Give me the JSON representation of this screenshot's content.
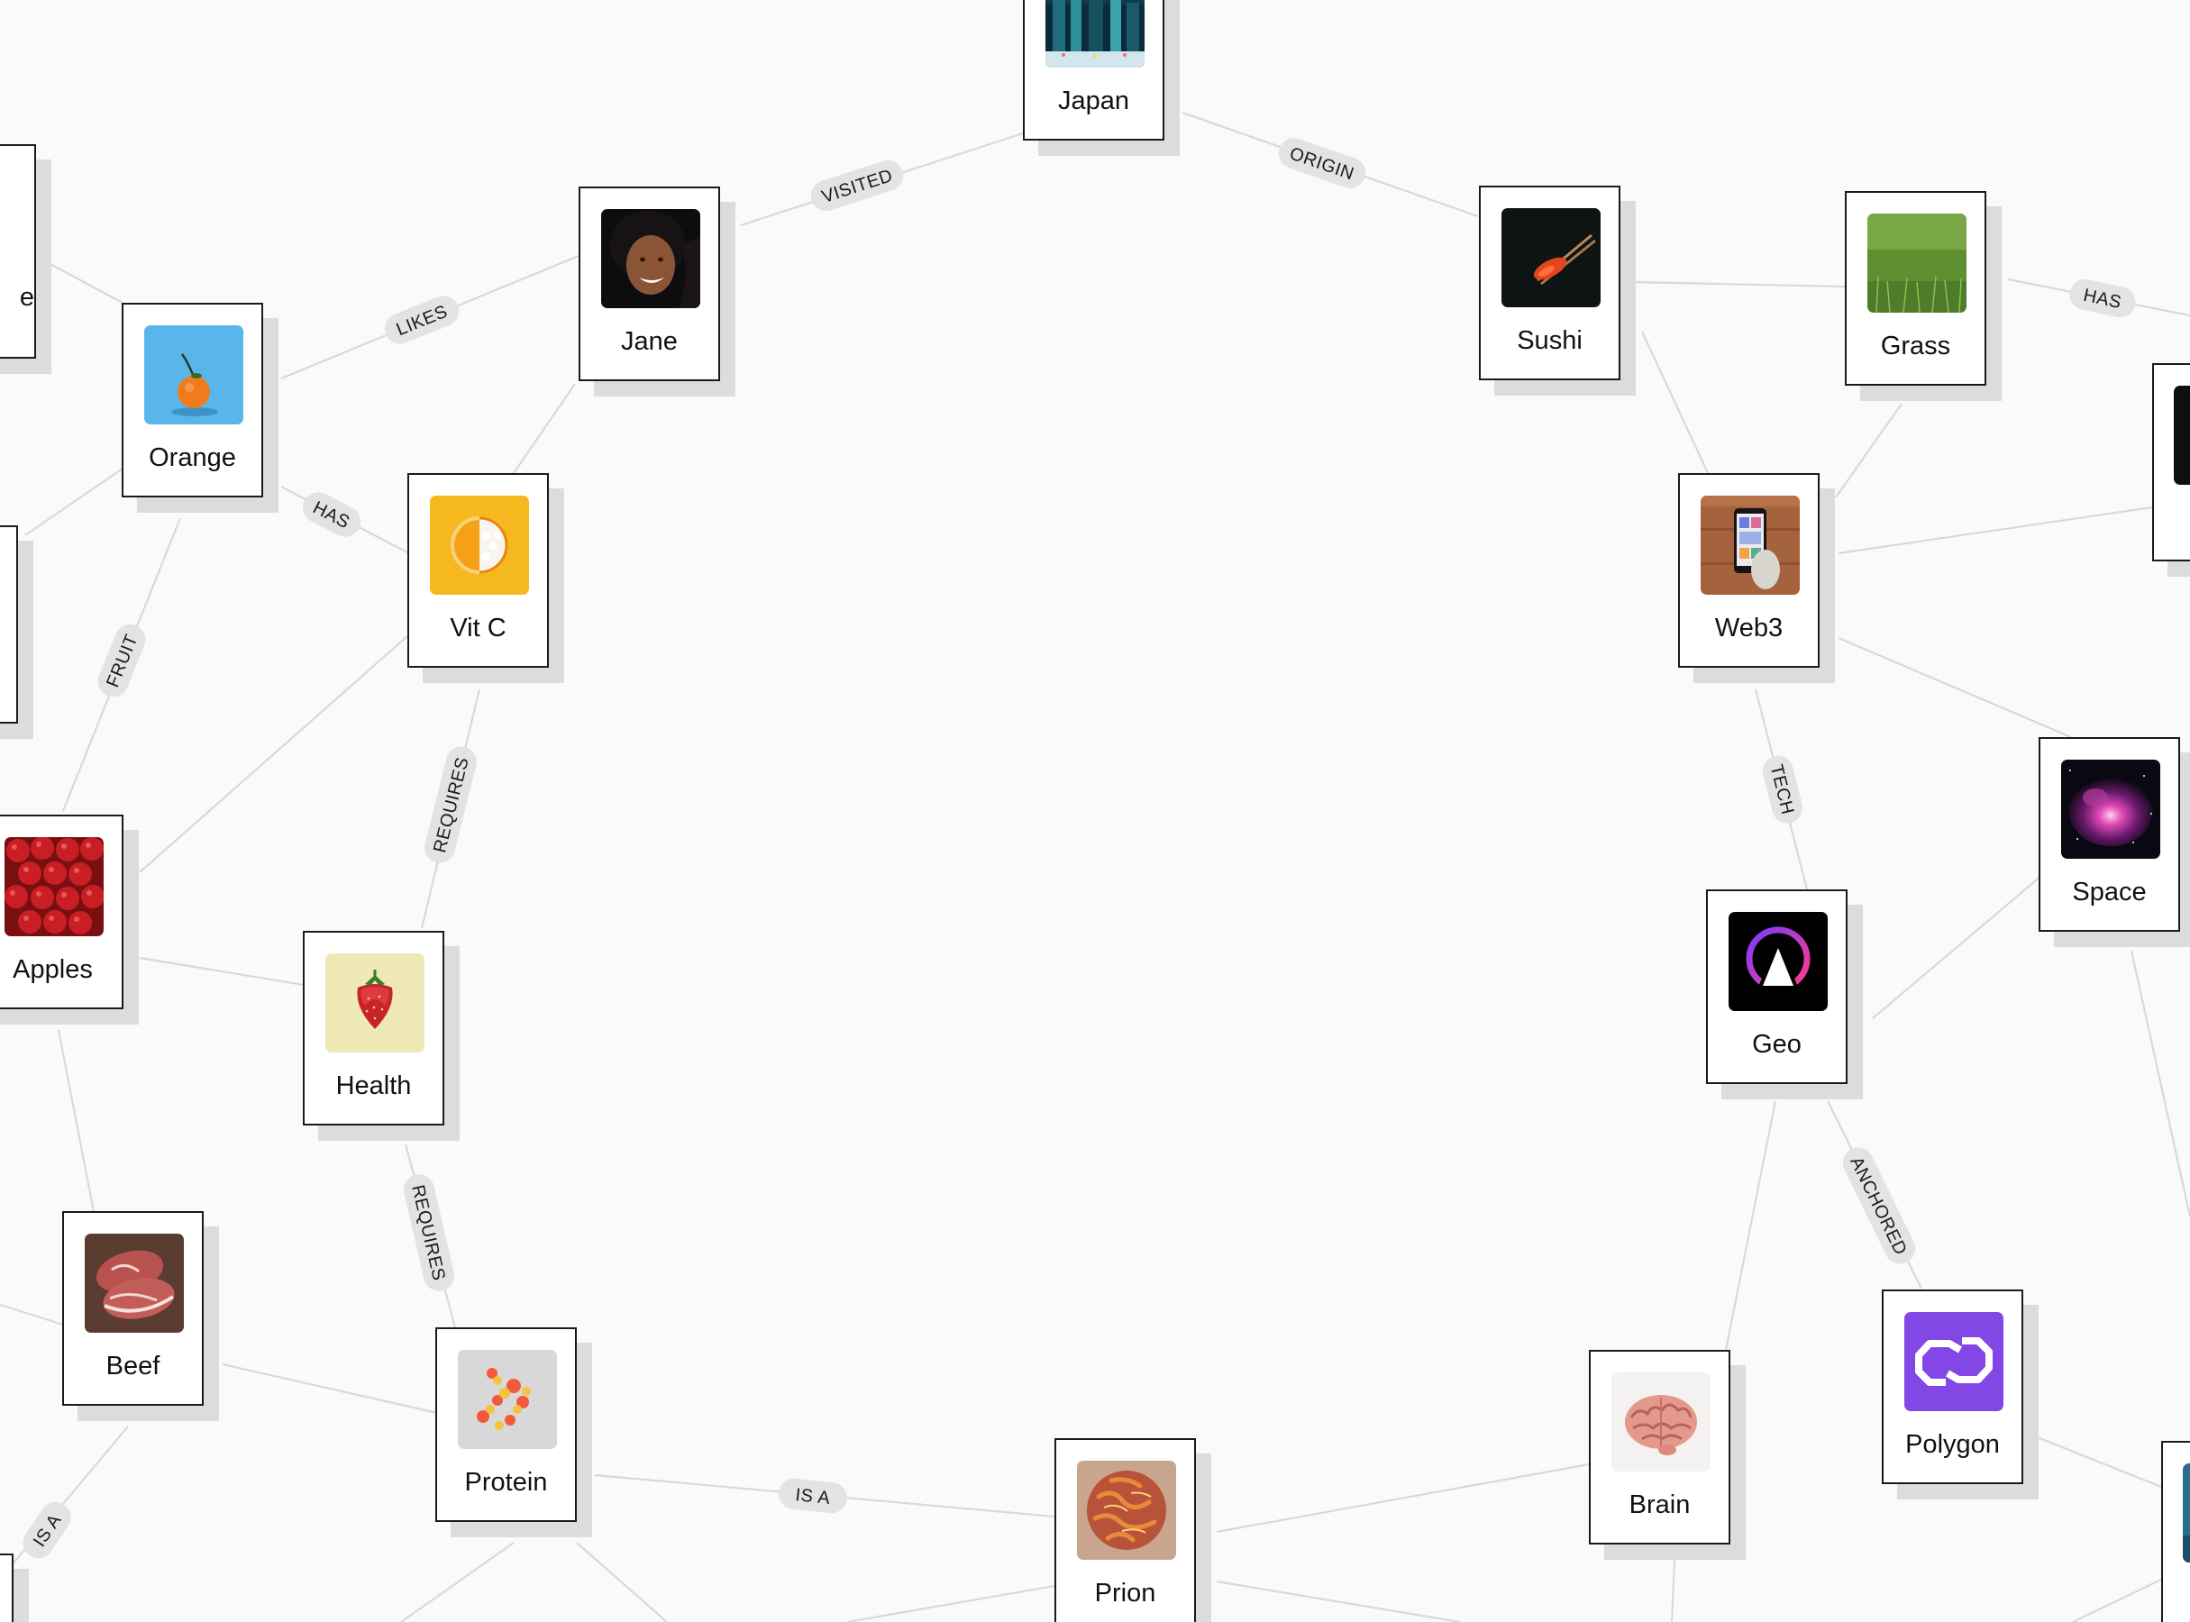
{
  "nodes": {
    "japan": {
      "label": "Japan",
      "icon": "city-night-photo"
    },
    "jane": {
      "label": "Jane",
      "icon": "woman-portrait-photo"
    },
    "sushi": {
      "label": "Sushi",
      "icon": "sushi-chopsticks-photo"
    },
    "grass": {
      "label": "Grass",
      "icon": "grass-photo"
    },
    "orange": {
      "label": "Orange",
      "icon": "orange-fruit-photo"
    },
    "vitc": {
      "label": "Vit C",
      "icon": "orange-slice-photo"
    },
    "web3": {
      "label": "Web3",
      "icon": "phone-in-hand-photo"
    },
    "apples": {
      "label": "Apples",
      "icon": "apples-photo"
    },
    "health": {
      "label": "Health",
      "icon": "strawberry-photo"
    },
    "geo": {
      "label": "Geo",
      "icon": "geo-logo"
    },
    "space": {
      "label": "Space",
      "icon": "nebula-photo"
    },
    "beef": {
      "label": "Beef",
      "icon": "raw-beef-photo"
    },
    "protein": {
      "label": "Protein",
      "icon": "protein-molecule-photo"
    },
    "brain": {
      "label": "Brain",
      "icon": "brain-photo"
    },
    "polygon": {
      "label": "Polygon",
      "icon": "polygon-logo"
    },
    "prion": {
      "label": "Prion",
      "icon": "prion-photo"
    },
    "partial_top_left": {
      "label": "e",
      "icon": "food-photo"
    },
    "partial_mid_left": {
      "label": "",
      "icon": ""
    },
    "partial_bottom_left": {
      "label": "",
      "icon": ""
    },
    "partial_right_top": {
      "label": "",
      "icon": "dark-photo"
    },
    "partial_right_bottom": {
      "label": "",
      "icon": "teal-photo"
    }
  },
  "edge_labels": {
    "visited": "VISITED",
    "origin": "ORIGIN",
    "likes": "LIKES",
    "has_vitc": "HAS",
    "has_grass": "HAS",
    "fruit": "FRUIT",
    "requires_health": "REQUIRES",
    "requires_protein": "REQUIRES",
    "tech": "TECH",
    "anchored": "ANCHORED",
    "is_a_prion": "IS A",
    "is_a_beef": "IS A"
  },
  "colors": {
    "background": "#fafafa",
    "edge": "#d9d9d9",
    "label_pill": "#e3e3e3",
    "card_border": "#1a1a1a",
    "card_shadow": "#dcdcdc",
    "geo_ring_start": "#7b3cff",
    "geo_ring_end": "#ff3c8a",
    "polygon_brand": "#8247e5"
  }
}
